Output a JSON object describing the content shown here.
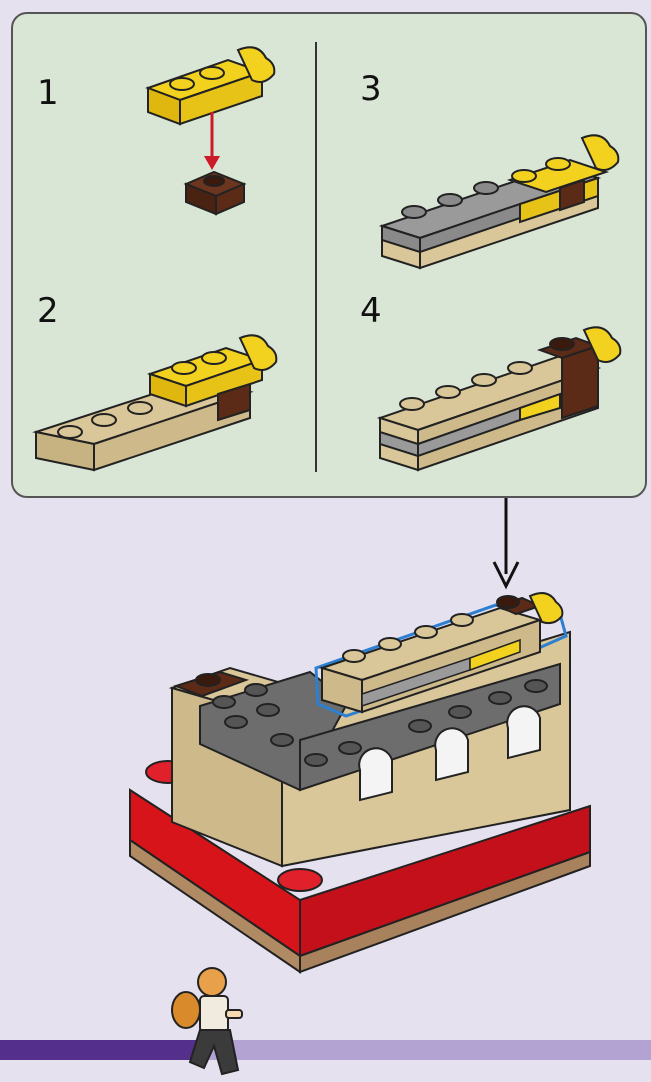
{
  "steps": [
    {
      "number": "1"
    },
    {
      "number": "2"
    },
    {
      "number": "3"
    },
    {
      "number": "4"
    }
  ],
  "progress": {
    "fraction": 0.31
  },
  "colors": {
    "panel_bg": "#d9e6d5",
    "page_bg": "#e6e1ef",
    "tan": "#d9c79a",
    "yellow": "#f2d21f",
    "grey": "#8a8a8a",
    "dark_grey": "#6d6d6d",
    "brown": "#5b2b17",
    "red": "#d7141a",
    "arrow_red": "#cc1a26",
    "progress_fill": "#542f8c",
    "progress_track": "#b3a3d3"
  },
  "icons": [
    "down-arrow-icon",
    "minifigure-icon"
  ]
}
